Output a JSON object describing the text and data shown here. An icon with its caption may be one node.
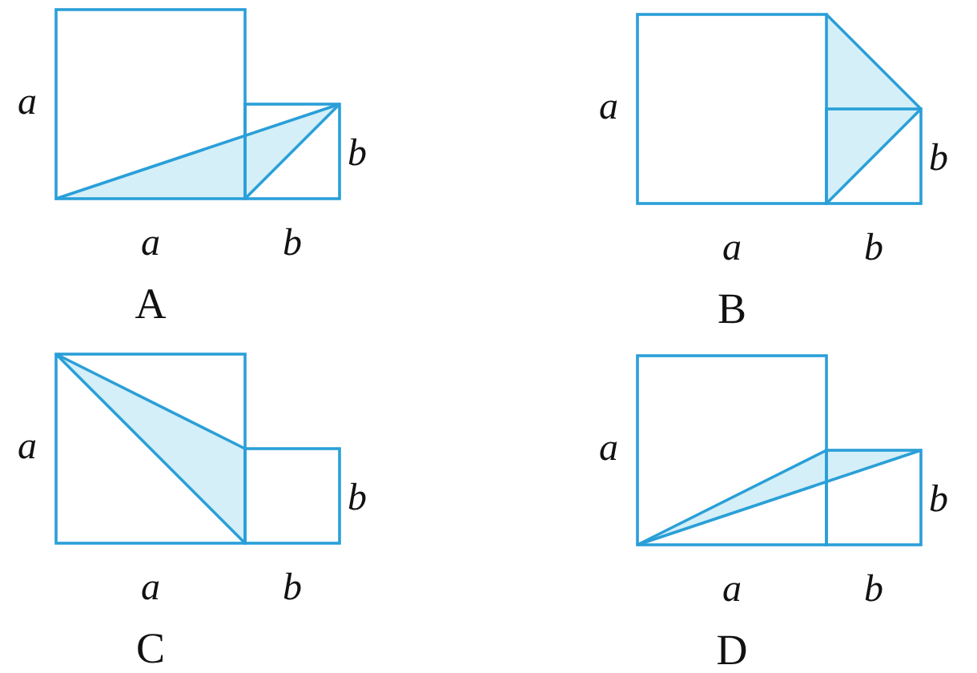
{
  "diagram": {
    "labels": [
      "a",
      "b",
      "a",
      "b",
      "A",
      "a",
      "b",
      "a",
      "b",
      "B",
      "a",
      "b",
      "a",
      "b",
      "C",
      "a",
      "b",
      "a",
      "b",
      "D"
    ]
  }
}
